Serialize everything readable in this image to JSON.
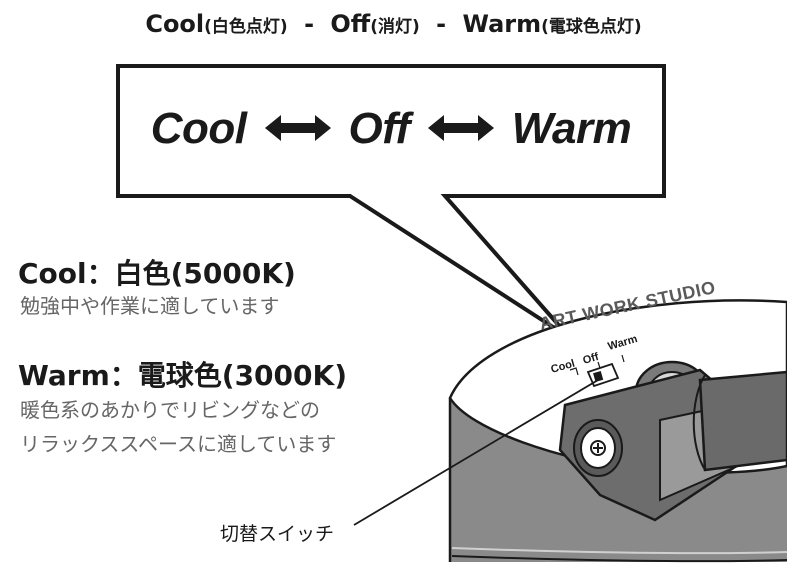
{
  "header": {
    "title_cool": "Cool",
    "title_cool_sub": "(白色点灯)",
    "separator": "-",
    "title_off": "Off",
    "title_off_sub": "(消灯)",
    "title_warm": "Warm",
    "title_warm_sub": "(電球色点灯)"
  },
  "bubble": {
    "cool": "Cool",
    "off": "Off",
    "warm": "Warm"
  },
  "cool": {
    "heading": "Cool：白色(5000K)",
    "description": "勉強中や作業に適しています"
  },
  "warm": {
    "heading": "Warm：電球色(3000K)",
    "description_line1": "暖色系のあかりでリビングなどの",
    "description_line2": "リラックススペースに適しています"
  },
  "product": {
    "brand": "ART WORK STUDIO",
    "switch_cool": "Cool",
    "switch_off": "Off",
    "switch_warm": "Warm"
  },
  "callout": {
    "switch_label": "切替スイッチ"
  },
  "colors": {
    "ink": "#1a1a1a",
    "description_gray": "#666666",
    "product_gray": "#8a8a8a",
    "product_dark": "#5a5a5a"
  }
}
